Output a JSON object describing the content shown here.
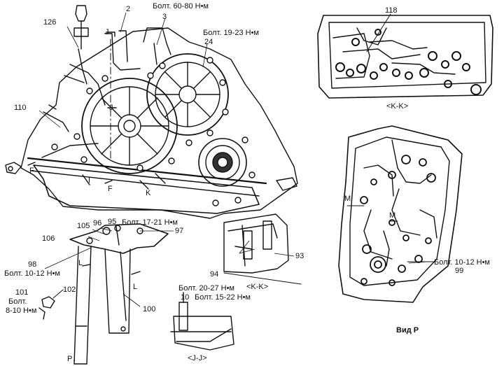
{
  "labels": {
    "n2": "2",
    "n3": "3",
    "n24": "24",
    "n126": "126",
    "n110": "110",
    "n118": "118",
    "n105": "105",
    "n96": "96",
    "n95": "95",
    "n97": "97",
    "n106": "106",
    "n98": "98",
    "n101": "101",
    "n102": "102",
    "n100": "100",
    "n93": "93",
    "n94": "94",
    "n10": "10",
    "n99": "99",
    "J1": "J",
    "J2": "J",
    "F1": "F",
    "F2": "F",
    "I1": "I",
    "K1": "K",
    "L1": "L",
    "L2": "L",
    "M1": "M",
    "M2": "M",
    "bolt_60_80": "Болт. 60-80 Н•м",
    "bolt_19_23": "Болт. 19-23 Н•м",
    "bolt_17_21": "Болт. 17-21 Н•м",
    "bolt_10_12_left_a": "Болт. 10-12 Н•м",
    "bolt_left_b": "Болт.",
    "bolt_8_10": "8-10 Н•м",
    "bolt_20_27": "Болт. 20-27 Н•м",
    "bolt_15_22": "Болт. 15-22 Н•м",
    "bolt_10_12_right": "Болт. 10-12 Н•м",
    "view_kk_top": "<K-K>",
    "view_kk_mid": "<K-K>",
    "view_jj": "<J-J>",
    "view_p": "Вид Р",
    "p_arrow": "P↓"
  }
}
